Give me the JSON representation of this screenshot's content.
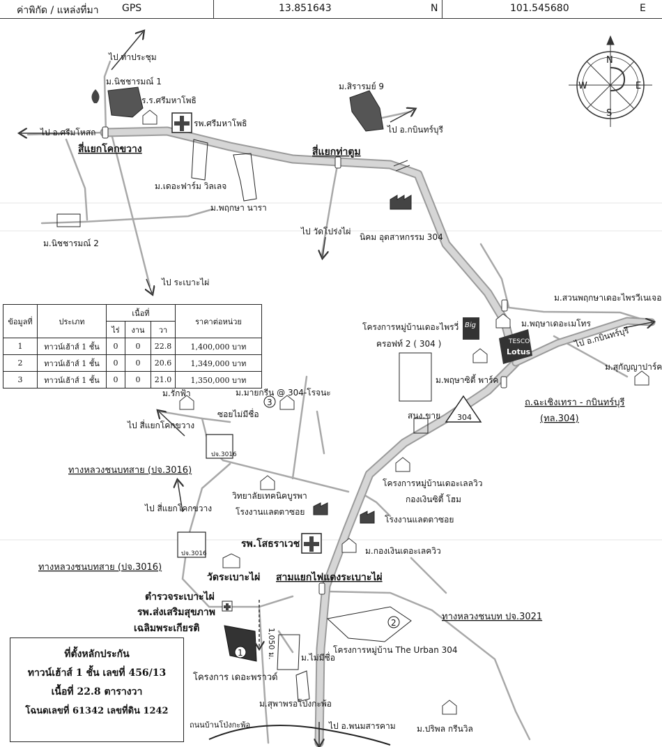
{
  "header": {
    "coord_label": "ค่าพิกัด / แหล่งที่มา",
    "source": "GPS",
    "lat": "13.851643",
    "lat_dir": "N",
    "lon": "101.545680",
    "lon_dir": "E"
  },
  "compass": {
    "n": "N",
    "s": "S",
    "e": "E",
    "w": "W"
  },
  "labels": {
    "to_tha_prachum": "ไป ท่าประชุม",
    "nichcharn1": "ม.นิชชารมณ์ 1",
    "school": "ร.ร.ศรีมหาโพธิ",
    "hosp_srimaha": "รพ.ศรีมหาโพธิ",
    "to_srimahaphot": "ไป อ.ศรีมโหสถ",
    "sieyaek_khok": "สี่แยกโคกขวาง",
    "sirarom9": "ม.สิรารมย์ 9",
    "to_kabinburi1": "ไป อ.กบินทร์บุรี",
    "sieyaek_thatum": "สี่แยกท่าตูม",
    "the_farm": "ม.เดอะฟาร์ม วิลเลจ",
    "phruksa_nara": "ม.พฤกษา นารา",
    "nichcharn2": "ม.นิชชารมณ์ 2",
    "to_wat_prong": "ไป วัดโปร่งไผ่",
    "ind_estate": "นิคม อุตสาหกรรม 304",
    "to_rabao": "ไป ระเบาะไผ่",
    "suan_phruksa": "ม.สวนพฤกษาเดอะไพรวีเนเจอ",
    "phruksa_metro": "ม.พฤษาเดอะเมโทร",
    "prive_project1": "โครงการหมู่บ้านเดอะไพรวี่",
    "prive_project2": "ครอฟท์ 2 ( 304 )",
    "big_c": "Big",
    "to_kabinburi2": "ไป อ.กบินทร์บุรี",
    "tesco": "TESCO",
    "lotus": "Lotus",
    "sukanya": "ม.สุกัญญาปาร์ค",
    "phruksa_city": "ม.พฤษาซิตี้ พาร์ค",
    "road304_name": "ถ.ฉะเชิงเทรา - กบินทร์บุรี",
    "road304_code": "(ทล.304)",
    "route_304": "304",
    "sanong_khai": "สนง.ขาย",
    "mayagreen": "ม.มายกรีน @ 304-โรจนะ",
    "marker3": "3",
    "rakfa": "ม.รักฟ้า",
    "soi_noname": "ซอยไม่มีชื่อ",
    "to_khok1": "ไป สี่แยกโคกขวาง",
    "pj3016": "ปจ.3016",
    "highway3016_a": "ทางหลวงชนบทสาย (ปจ.3016)",
    "lake_view1": "โครงการหมู่บ้านเดอะเลลวิว",
    "lake_view2": "กองเงินซิตี้ โฮม",
    "burapha": "วิทยาลัยเทคนิคบูรพา",
    "factory_a": "โรงงานแลตตาซอย",
    "factory_b": "โรงงานแลตตาซอย",
    "to_khok2": "ไป สี่แยกโคกขวาง",
    "highway3016_b": "ทางหลวงชนบทสาย (ปจ.3016)",
    "hosp_sothorn": "รพ.โสธราเวช",
    "kongngern": "ม.กองเงินเดอะเลควิว",
    "wat_rabao": "วัดระเบาะไผ่",
    "samyaek": "สามแยกไฟแดงระเบาะไผ่",
    "police": "ตำรวจระเบาะไผ่",
    "health1": "รพ.ส่งเสริมสุขภาพ",
    "health2": "เฉลิมพระเกียรติ",
    "highway3021": "ทางหลวงชนบท ปจ.3021",
    "dist": "1,050 ม.",
    "marker1": "1",
    "marker2": "2",
    "no_name_village": "ม.ไม่มีชื่อ",
    "urban304": "โครงการหมู่บ้าน The Urban 304",
    "the_privade": "โครงการ เดอะพราวด์",
    "supparod": "ม.สุพาพรอโป่งกะพ้อ",
    "to_phanom": "ไป อ.พนมสารคาม",
    "rd_pong": "ถนนบ้านโป่งกะพ้อ",
    "pariwon": "ม.ปริพล กรีนวิล"
  },
  "table": {
    "h_no": "ข้อมูลที่",
    "h_type": "ประเภท",
    "h_area": "เนื้อที่",
    "h_rai": "ไร่",
    "h_ngan": "งาน",
    "h_wa": "วา",
    "h_price": "ราคาต่อหน่วย",
    "rows": [
      {
        "no": "1",
        "type": "ทาวน์เฮ้าส์ 1 ชั้น",
        "rai": "0",
        "ngan": "0",
        "wa": "22.8",
        "price": "1,400,000 บาท"
      },
      {
        "no": "2",
        "type": "ทาวน์เฮ้าส์ 1 ชั้น",
        "rai": "0",
        "ngan": "0",
        "wa": "20.6",
        "price": "1,349,000 บาท"
      },
      {
        "no": "3",
        "type": "ทาวน์เฮ้าส์ 1 ชั้น",
        "rai": "0",
        "ngan": "0",
        "wa": "21.0",
        "price": "1,350,000 บาท"
      }
    ]
  },
  "infobox": {
    "line1": "ที่ตั้งหลักประกัน",
    "line2": "ทาวน์เฮ้าส์ 1 ชั้น เลขที่ 456/13",
    "line3": "เนื้อที่ 22.8 ตารางวา",
    "line4": "โฉนดเลขที่ 61342 เลขที่ดิน 1242"
  },
  "colors": {
    "road": "#cfcfcf",
    "road_edge": "#9a9a9a",
    "ink": "#111111",
    "accent_red": "#b01c1c"
  }
}
